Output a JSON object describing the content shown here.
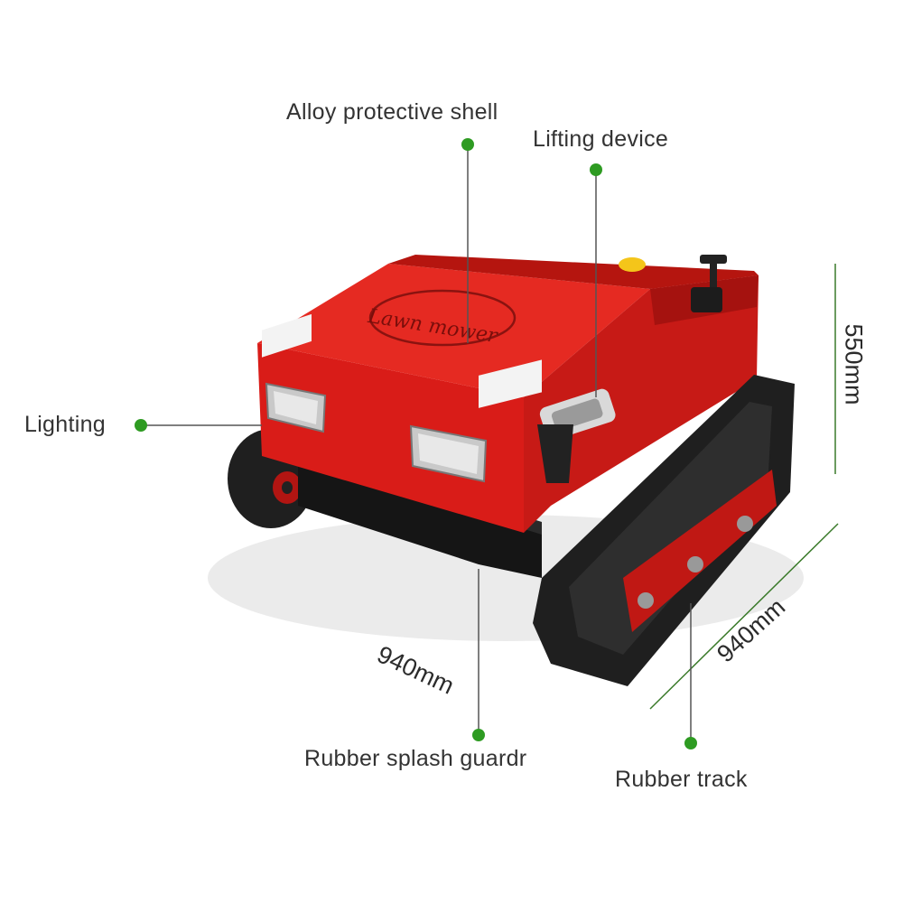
{
  "callouts": {
    "alloy_shell": "Alloy protective shell",
    "lifting_device": "Lifting device",
    "lighting": "Lighting",
    "splash_guard": "Rubber splash guardr",
    "rubber_track": "Rubber track"
  },
  "dimensions": {
    "height": "550mm",
    "width": "940mm",
    "length": "940mm"
  },
  "machine": {
    "logo_text": "Lawn mower"
  },
  "colors": {
    "body_red": "#e0201c",
    "dark_red": "#a5120f",
    "track_black": "#1f1f1f",
    "callout_dot": "#2e9b22",
    "callout_line": "#555555"
  }
}
